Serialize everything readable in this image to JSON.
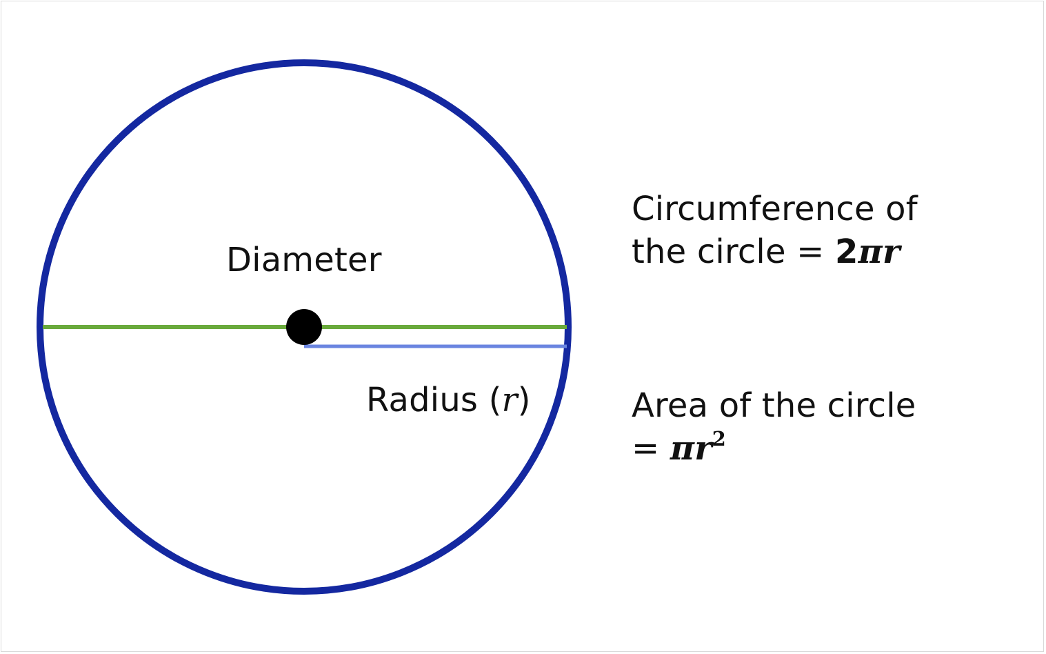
{
  "labels": {
    "diameter": "Diameter",
    "radius_word": "Radius (",
    "radius_symbol": "r",
    "radius_close": ")",
    "circumference_line1": "Circumference of",
    "circumference_line2": "the circle = ",
    "circumference_coef": "2",
    "circumference_pi": "π",
    "circumference_r": "r",
    "area_line1": "Area of the circle",
    "area_eq": "= ",
    "area_pi": "π",
    "area_r": "r",
    "area_exp": "2"
  },
  "colors": {
    "circle": "#1428a0",
    "diameter_line": "#6aaa3c",
    "radius_line": "#6a85e0",
    "center_dot": "#000000",
    "text": "#111111"
  }
}
